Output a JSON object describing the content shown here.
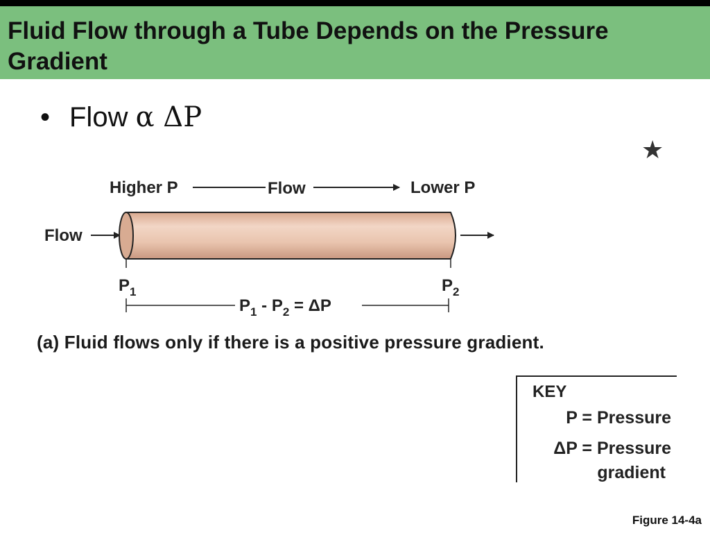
{
  "slide": {
    "title": "Fluid Flow through a Tube Depends on the Pressure Gradient",
    "bullet": {
      "symbol": "•",
      "text_prefix": "Flow ",
      "relation": "α ΔP"
    },
    "star_icon": "★",
    "figure_label": "Figure 14-4a"
  },
  "diagram": {
    "higher_p": "Higher P",
    "flow_top": "Flow",
    "lower_p": "Lower P",
    "flow_left": "Flow",
    "p1_letter": "P",
    "p1_sub": "1",
    "p2_letter": "P",
    "p2_sub": "2",
    "equation": {
      "a": "P",
      "a_sub": "1",
      "minus": " - ",
      "b": "P",
      "b_sub": "2",
      "rhs": " = ΔP"
    },
    "caption": "(a) Fluid flows only if there is a positive pressure gradient."
  },
  "key": {
    "title": "KEY",
    "row1": "P = Pressure",
    "row2": "ΔP = Pressure",
    "row3": "gradient"
  },
  "colors": {
    "title_bar": "#7bbf7e",
    "tube": "#e9c4ae",
    "tube_end": "#d8ab92"
  }
}
